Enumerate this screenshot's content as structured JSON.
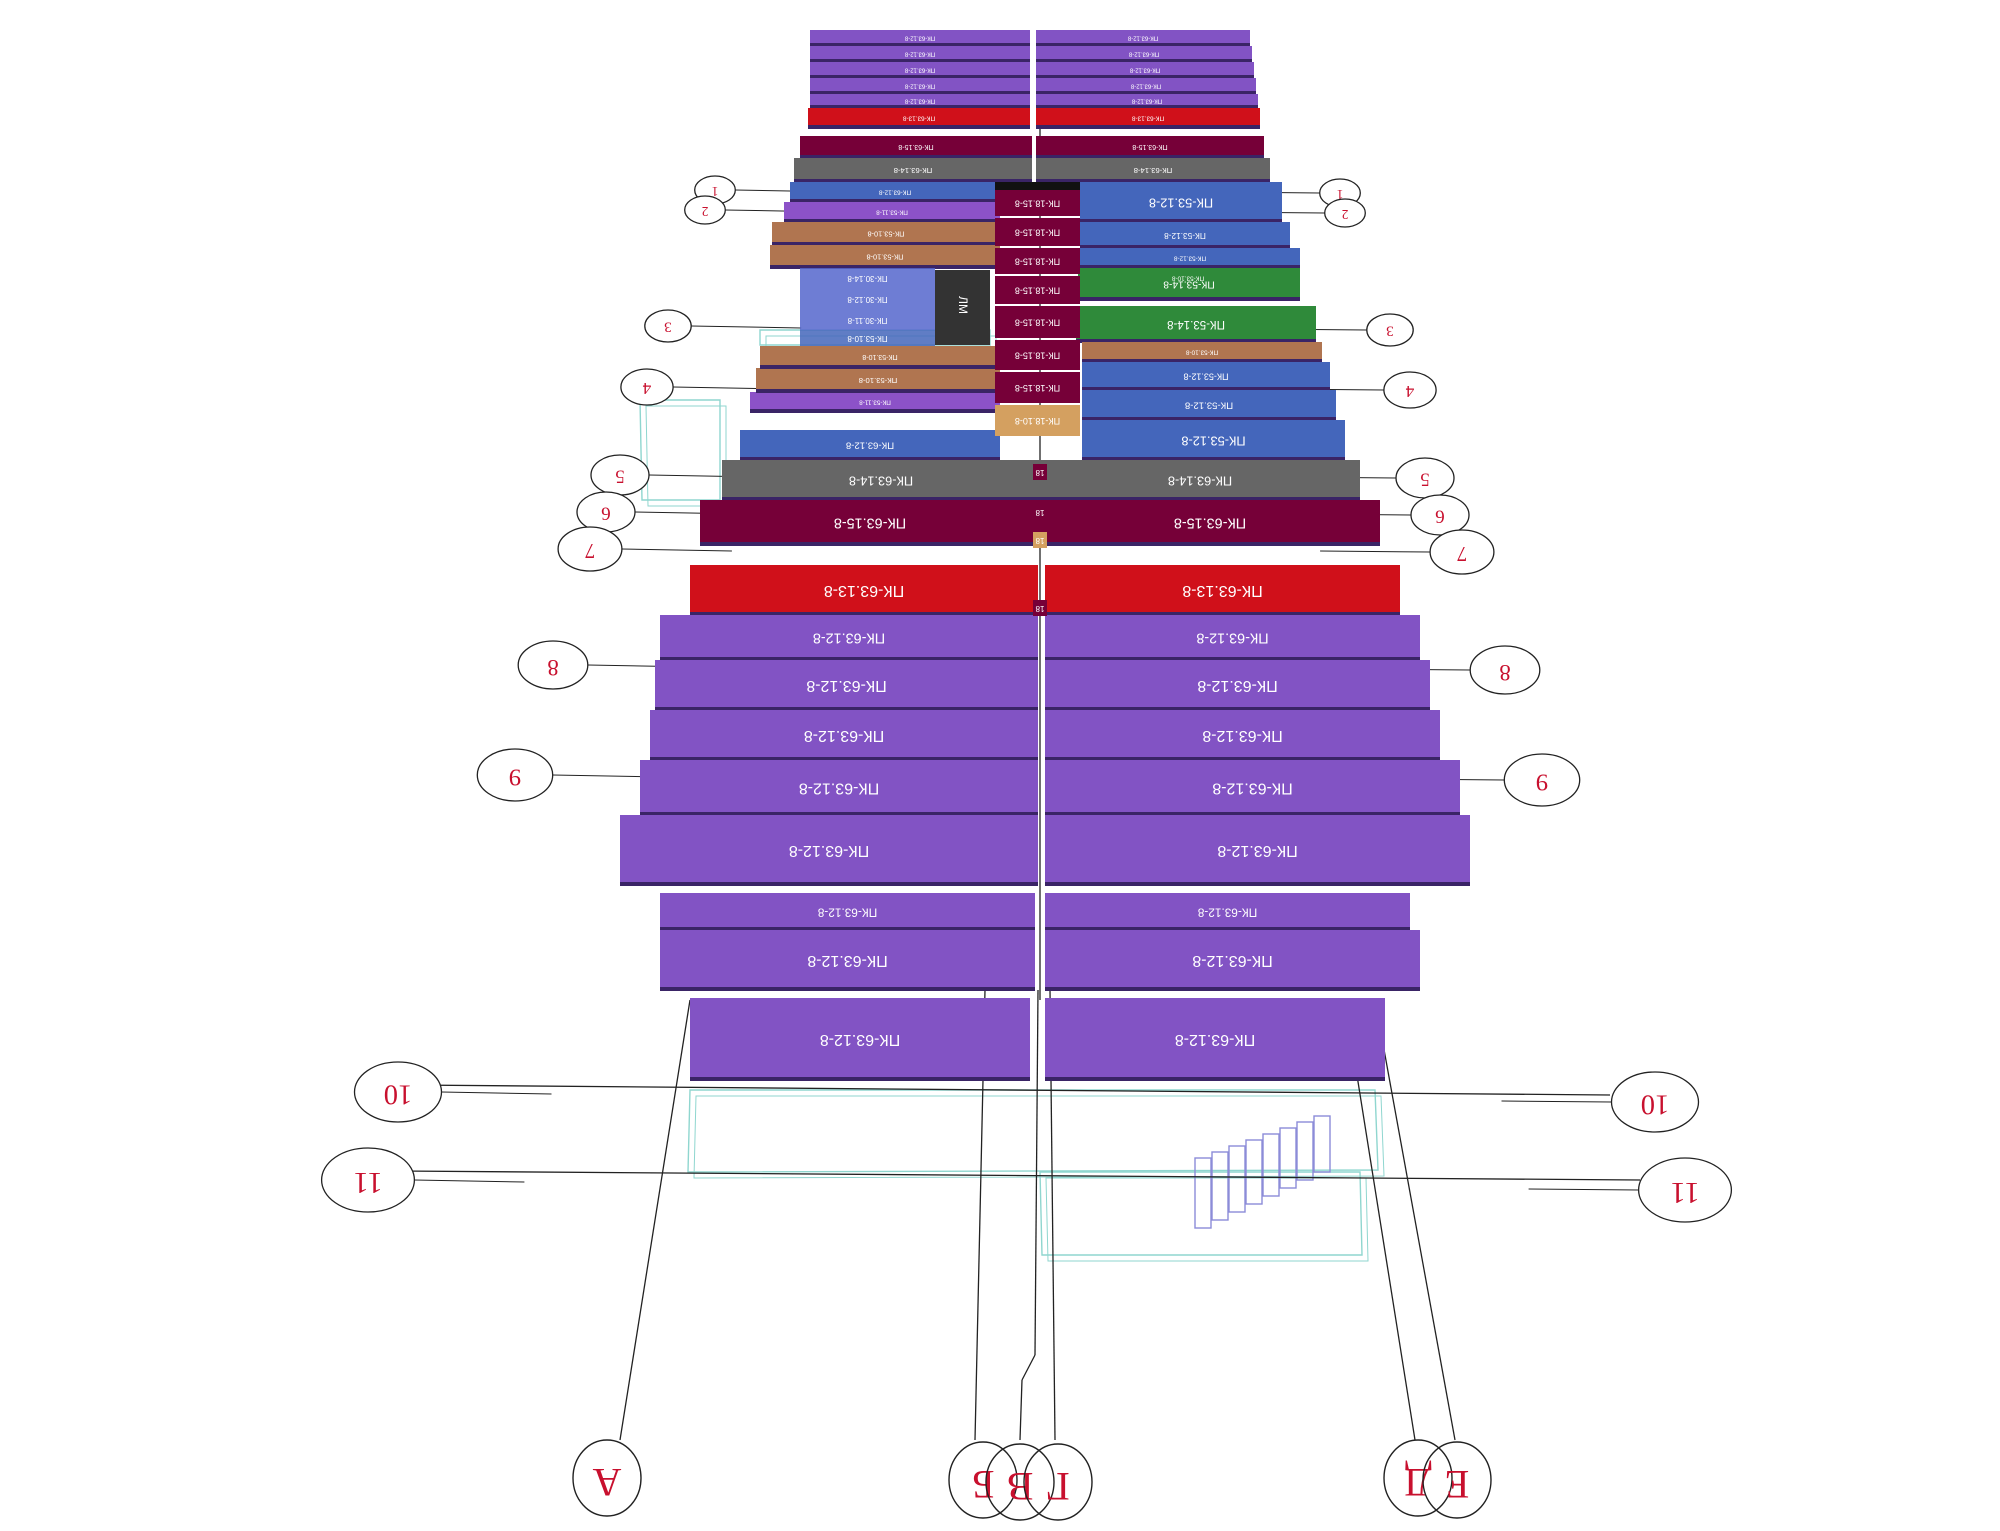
{
  "colors": {
    "purple": "#8253c4",
    "purple_dark": "#3a2466",
    "red": "#d0101a",
    "maroon": "#760038",
    "grey": "#666666",
    "blue": "#4466bb",
    "violet": "#8c52c8",
    "brown": "#b07550",
    "green": "#2f8a3a",
    "tan": "#d4a060",
    "axis_text": "#c8102e",
    "line": "#222222",
    "ghost": "#8fd6cf",
    "stair": "#8c8cd8"
  },
  "slabs": [
    {
      "label": "ПК-63.12-8",
      "color": "purple"
    },
    {
      "label": "ПК-63.12-8",
      "color": "purple"
    },
    {
      "label": "ПК-63.12-8",
      "color": "purple"
    },
    {
      "label": "ПК-63.12-8",
      "color": "purple"
    },
    {
      "label": "ПК-63.12-8",
      "color": "purple"
    },
    {
      "label": "ПК-63.12-8",
      "color": "purple"
    },
    {
      "label": "ПК-63.12-8",
      "color": "purple"
    },
    {
      "label": "ПК-63.12-8",
      "color": "purple"
    },
    {
      "label": "ПК-63.12-8",
      "color": "purple"
    },
    {
      "label": "ПК-63.12-8",
      "color": "purple"
    },
    {
      "label": "ПК-63.13-8",
      "color": "red"
    },
    {
      "label": "ПК-63.13-8",
      "color": "red"
    },
    {
      "label": "ПК-63.15-8",
      "color": "maroon"
    },
    {
      "label": "ПК-63.15-8",
      "color": "maroon"
    },
    {
      "label": "ПК-63.14-8",
      "color": "grey"
    },
    {
      "label": "ПК-63.14-8",
      "color": "grey"
    },
    {
      "label": "ПК-63.12-8",
      "color": "blue"
    },
    {
      "label": "ПК-53.12-8",
      "color": "blue"
    },
    {
      "label": "ПК-53.11-8",
      "color": "violet"
    },
    {
      "label": "ПК-53.10-8",
      "color": "brown"
    },
    {
      "label": "ПК-53.10-8",
      "color": "brown"
    },
    {
      "label": "ПК-53.12-8",
      "color": "blue"
    },
    {
      "label": "ПК-53.12-8",
      "color": "blue"
    },
    {
      "label": "ПК-53.10-8",
      "color": "brown"
    },
    {
      "label": "ПК-53.14-8",
      "color": "green"
    },
    {
      "label": "ПК-53.14-8",
      "color": "green"
    },
    {
      "label": "ПК-53.10-8",
      "color": "brown"
    },
    {
      "label": "ПК-53.12-8",
      "color": "blue"
    },
    {
      "label": "ПК-53.12-8",
      "color": "blue"
    },
    {
      "label": "ПК-53.12-8",
      "color": "blue"
    },
    {
      "label": "ПК-63.12-8",
      "color": "blue"
    },
    {
      "label": "ПК-53.11-8",
      "color": "violet"
    },
    {
      "label": "ПК-53.10-8",
      "color": "brown"
    },
    {
      "label": "ПК-53.10-8",
      "color": "brown"
    },
    {
      "label": "ПК-63.14-8",
      "color": "grey"
    },
    {
      "label": "ПК-63.14-8",
      "color": "grey"
    },
    {
      "label": "ПК-63.15-8",
      "color": "maroon"
    },
    {
      "label": "ПК-63.15-8",
      "color": "maroon"
    },
    {
      "label": "ПК-63.13-8",
      "color": "red"
    },
    {
      "label": "ПК-63.13-8",
      "color": "red"
    },
    {
      "label": "ПК-63.12-8",
      "color": "purple"
    },
    {
      "label": "ПК-63.12-8",
      "color": "purple"
    },
    {
      "label": "ПК-63.12-8",
      "color": "purple"
    },
    {
      "label": "ПК-63.12-8",
      "color": "purple"
    },
    {
      "label": "ПК-63.12-8",
      "color": "purple"
    },
    {
      "label": "ПК-63.12-8",
      "color": "purple"
    },
    {
      "label": "ПК-63.12-8",
      "color": "purple"
    },
    {
      "label": "ПК-63.12-8",
      "color": "purple"
    },
    {
      "label": "ПК-63.12-8",
      "color": "purple"
    },
    {
      "label": "ПК-63.12-8",
      "color": "purple"
    },
    {
      "label": "ПК-63.12-8",
      "color": "purple"
    },
    {
      "label": "ПК-63.12-8",
      "color": "purple"
    },
    {
      "label": "ПК-63.12-8",
      "color": "purple"
    },
    {
      "label": "ПК-63.12-8",
      "color": "purple"
    },
    {
      "label": "ПК-63.12-8",
      "color": "purple"
    },
    {
      "label": "ПК-63.12-8",
      "color": "purple"
    },
    {
      "label": "ПК-63.12-8",
      "color": "purple"
    },
    {
      "label": "ПК-63.12-8",
      "color": "purple"
    }
  ],
  "corridor": [
    {
      "label": "ПК-18.15-8",
      "color": "maroon"
    },
    {
      "label": "ПК-18.15-8",
      "color": "maroon"
    },
    {
      "label": "ПК-18.15-8",
      "color": "maroon"
    },
    {
      "label": "ПК-18.15-8",
      "color": "maroon"
    },
    {
      "label": "ПК-18.15-8",
      "color": "maroon"
    },
    {
      "label": "ПК-18.15-8",
      "color": "maroon"
    },
    {
      "label": "ПК-18.15-8",
      "color": "maroon"
    },
    {
      "label": "ПК-18.10-8",
      "color": "tan"
    }
  ],
  "stair_labels": [
    "ПК-30.14-8",
    "ПК-30.12-8",
    "ПК-30.11-8",
    "ПК-53.10-8"
  ],
  "stair_mark": "ЛМ",
  "small_marks": [
    "18",
    "18",
    "18",
    "18"
  ],
  "row_axes": [
    "1",
    "2",
    "3",
    "4",
    "5",
    "6",
    "7",
    "8",
    "9",
    "10",
    "11"
  ],
  "column_axes": [
    "А",
    "Б",
    "В",
    "Г",
    "Д",
    "Е"
  ]
}
